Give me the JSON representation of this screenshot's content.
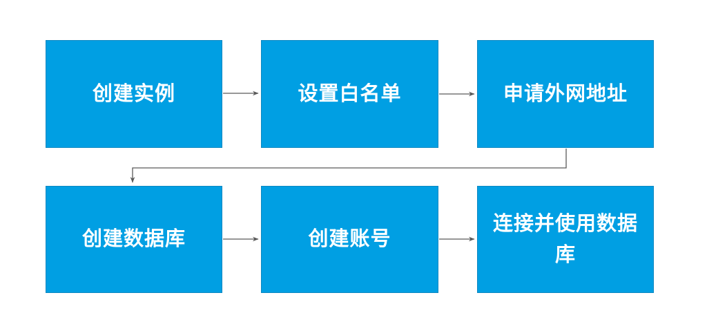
{
  "diagram": {
    "type": "flowchart",
    "colors": {
      "node": "#009FE3",
      "node_border": "#0b87c1",
      "text": "#ffffff",
      "arrow": "#595959",
      "background": "#ffffff"
    },
    "nodes": [
      {
        "id": "create-instance",
        "label": "创建实例",
        "row": 1,
        "col": 1
      },
      {
        "id": "set-whitelist",
        "label": "设置白名单",
        "row": 1,
        "col": 2
      },
      {
        "id": "apply-public-address",
        "label": "申请外网地址",
        "row": 1,
        "col": 3
      },
      {
        "id": "create-database",
        "label": "创建数据库",
        "row": 2,
        "col": 1
      },
      {
        "id": "create-account",
        "label": "创建账号",
        "row": 2,
        "col": 2
      },
      {
        "id": "connect-use-database",
        "label": "连接并使用数据库",
        "row": 2,
        "col": 3
      }
    ],
    "edges": [
      {
        "from": "create-instance",
        "to": "set-whitelist"
      },
      {
        "from": "set-whitelist",
        "to": "apply-public-address"
      },
      {
        "from": "apply-public-address",
        "to": "create-database"
      },
      {
        "from": "create-database",
        "to": "create-account"
      },
      {
        "from": "create-account",
        "to": "connect-use-database"
      }
    ]
  }
}
